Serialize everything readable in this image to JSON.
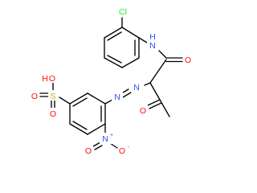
{
  "colors": {
    "bond": "#000000",
    "carbon": "#000000",
    "oxygen": "#ff0d0d",
    "nitrogen": "#3050f8",
    "chlorine": "#1ff01f",
    "sulfur": "#c8b400"
  },
  "atoms": {
    "cl": "Cl",
    "nh_n": "N",
    "nh_h": "H",
    "amide_o": "O",
    "azo_n1": "N",
    "azo_n2": "N",
    "ketone_o": "O",
    "oh_o": "O",
    "oh_h": "H",
    "sulfur": "S",
    "so_o1": "O",
    "so_o2": "O",
    "nitro_n": "N",
    "nitro_plus": "+",
    "nitro_o1": "O",
    "nitro_o2": "O",
    "nitro_minus": "-"
  }
}
